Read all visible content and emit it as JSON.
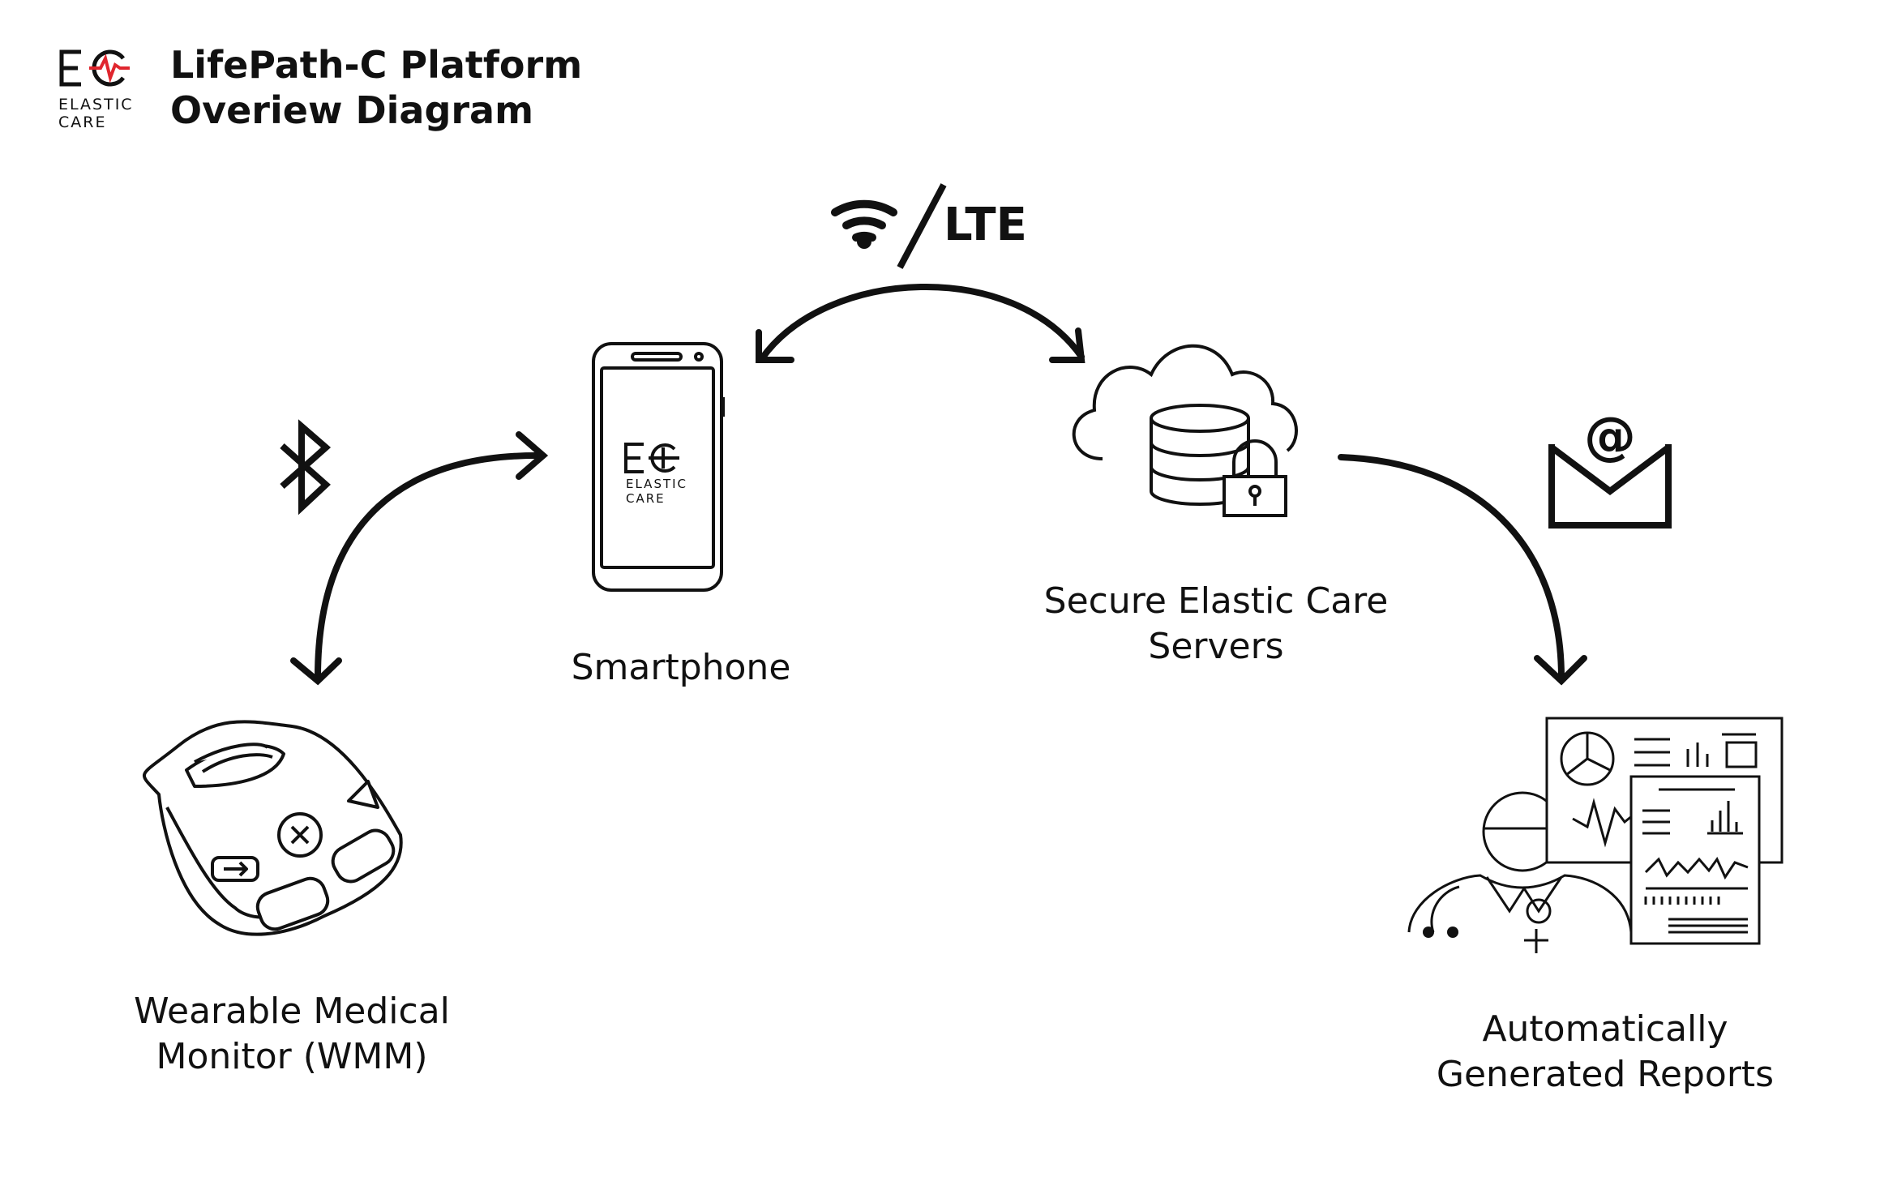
{
  "header": {
    "title_line1": "LifePath-C Platform",
    "title_line2": "Overiew Diagram",
    "logo": {
      "brand_line1": "ELASTIC",
      "brand_line2": "CARE",
      "accent_color": "#e0262e"
    }
  },
  "connections": {
    "bluetooth_icon": "bluetooth-icon",
    "wifi_icon": "wifi-icon",
    "network_label": "LTE",
    "email_icon": "email-icon"
  },
  "nodes": {
    "wmm": {
      "line1": "Wearable Medical",
      "line2": "Monitor (WMM)"
    },
    "smartphone": {
      "label": "Smartphone",
      "screen_logo": {
        "brand_line1": "ELASTIC",
        "brand_line2": "CARE"
      }
    },
    "servers": {
      "line1": "Secure Elastic Care",
      "line2": "Servers"
    },
    "reports": {
      "line1": "Automatically",
      "line2": "Generated Reports"
    }
  }
}
